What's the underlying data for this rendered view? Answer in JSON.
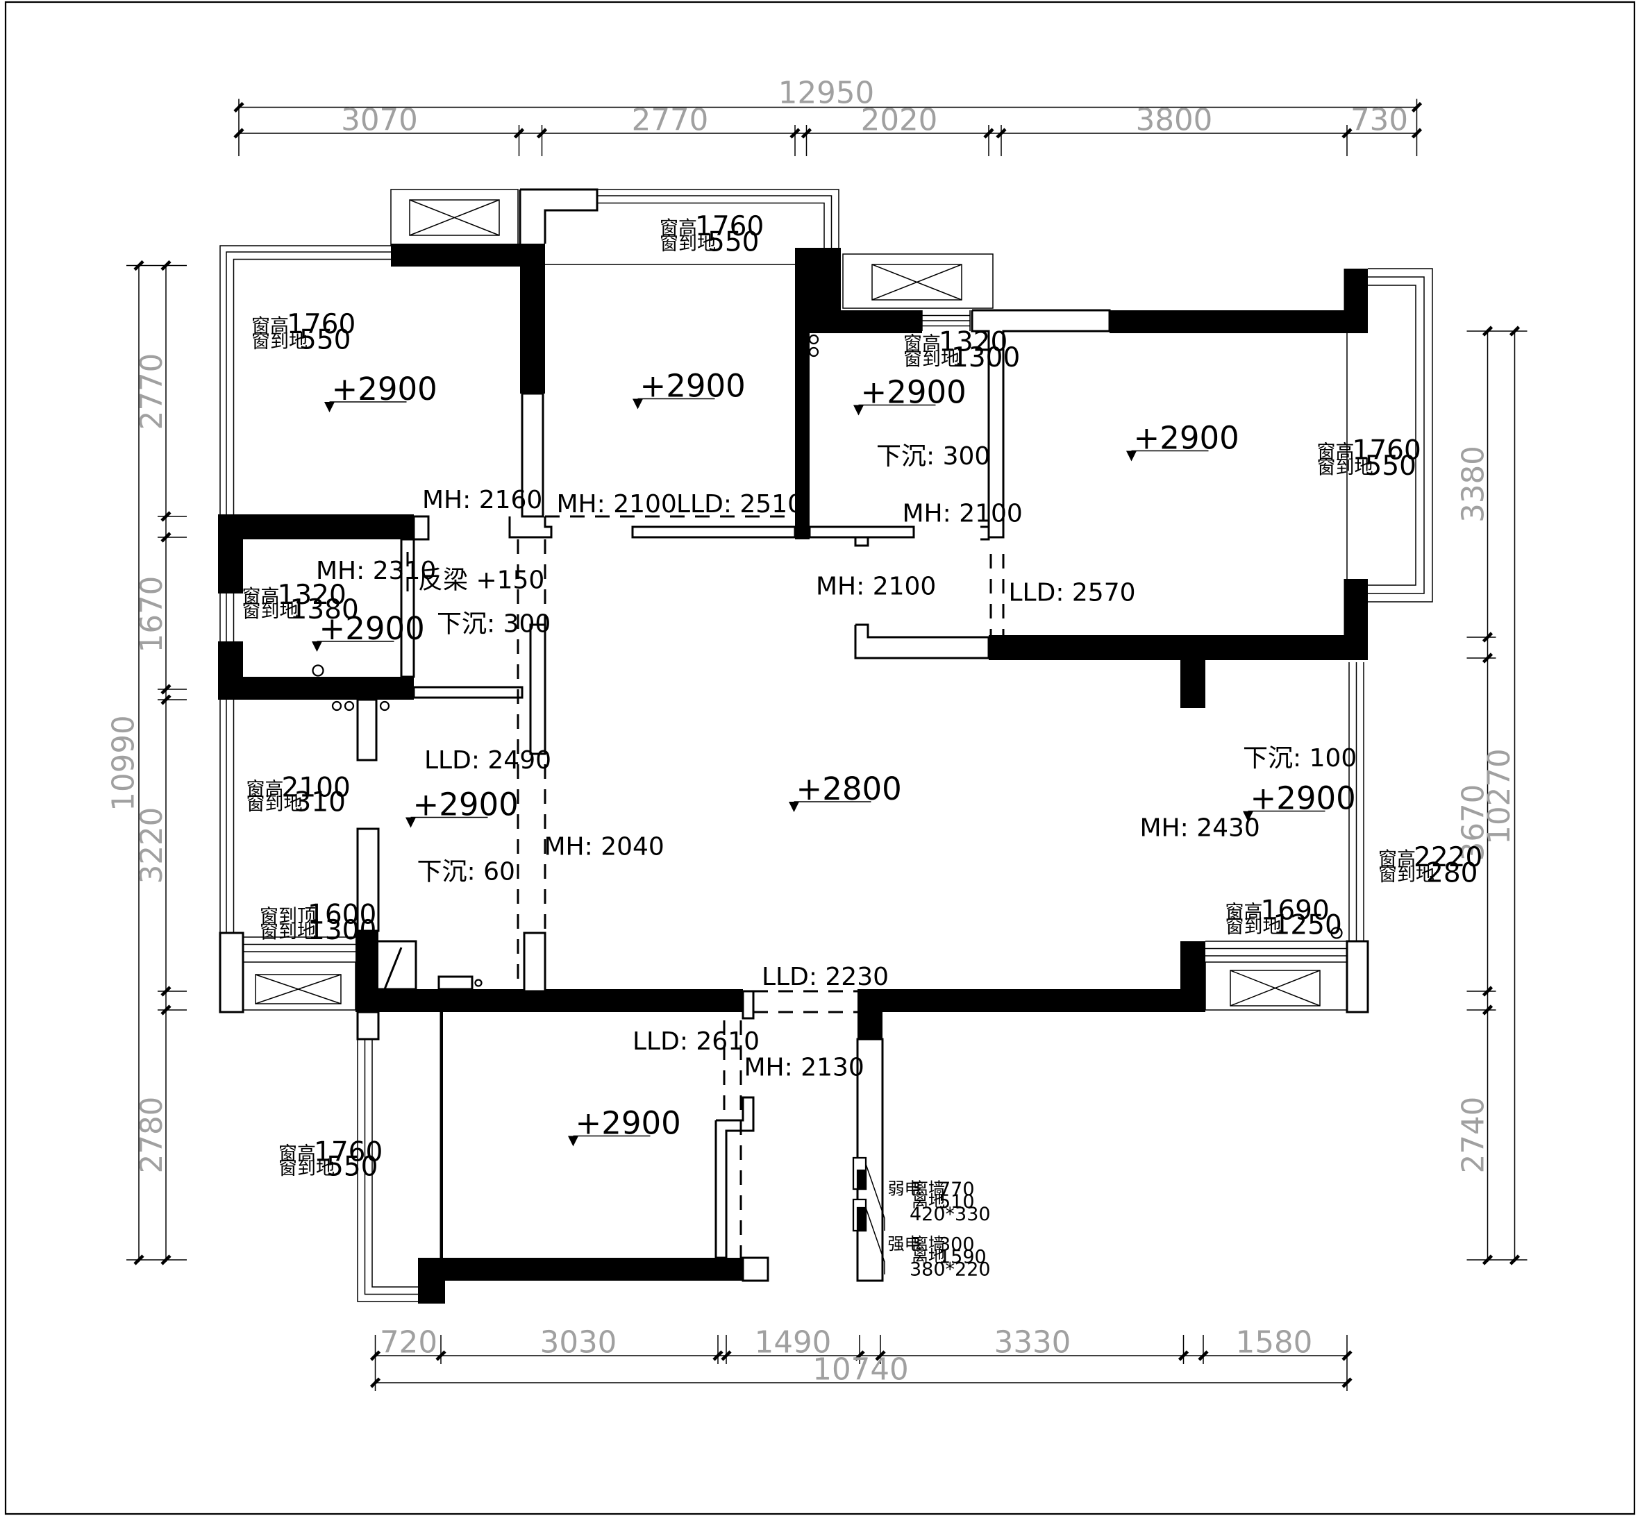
{
  "colors": {
    "wall": "#000000",
    "line": "#000000",
    "dimension": "#a0a0a0",
    "background": "#ffffff"
  },
  "dimensions": {
    "top_total": "12950",
    "top": [
      "3070",
      "2770",
      "2020",
      "3800",
      "730"
    ],
    "bottom_total": "10740",
    "bottom": [
      "720",
      "3030",
      "1490",
      "3330",
      "1580"
    ],
    "left_total": "10990",
    "left": [
      "2770",
      "1670",
      "3220",
      "2780"
    ],
    "right_total": "10270",
    "right": [
      "3380",
      "3670",
      "2740"
    ]
  },
  "levels": {
    "room_nw": "+2900",
    "room_n": "+2900",
    "room_bath": "+2900",
    "room_ne": "+2900",
    "room_w_small": "+2900",
    "room_kitchen": "+2900",
    "living": "+2800",
    "room_e": "+2900",
    "room_s": "+2900"
  },
  "windows": {
    "w_nw_h": "窗高",
    "w_nw_hv": "1760",
    "w_nw_g": "窗到地",
    "w_nw_gv": "550",
    "w_n_h": "窗高",
    "w_n_hv": "1760",
    "w_n_g": "窗到地",
    "w_n_gv": "550",
    "w_bath_h": "窗高",
    "w_bath_hv": "1320",
    "w_bath_g": "窗到地",
    "w_bath_gv": "1300",
    "w_ne_h": "窗高",
    "w_ne_hv": "1760",
    "w_ne_g": "窗到地",
    "w_ne_gv": "550",
    "w_ws_h": "窗高",
    "w_ws_hv": "1320",
    "w_ws_g": "窗到地",
    "w_ws_gv": "1380",
    "w_kit_h": "窗高",
    "w_kit_hv": "2100",
    "w_kit_g": "窗到地",
    "w_kit_gv": "310",
    "w_kit2_h": "窗到顶",
    "w_kit2_hv": "1600",
    "w_kit2_g": "窗到地",
    "w_kit2_gv": "1300",
    "w_e_h": "窗高",
    "w_e_hv": "2220",
    "w_e_g": "窗到地",
    "w_e_gv": "280",
    "w_e2_h": "窗高",
    "w_e2_hv": "1690",
    "w_e2_g": "窗到地",
    "w_e2_gv": "1250",
    "w_s_h": "窗高",
    "w_s_hv": "1760",
    "w_s_g": "窗到地",
    "w_s_gv": "550"
  },
  "annotations": {
    "mh_2160": "MH: 2160",
    "mh_2100_a": "MH: 2100",
    "lld_2510": "LLD: 2510",
    "mh_2100_b": "MH: 2100",
    "mh_2310": "MH: 2310",
    "beam": "反梁 +150",
    "sink_300_a": "下沉: 300",
    "sink_300_b": "下沉: 300",
    "mh_2100_c": "MH: 2100",
    "lld_2570": "LLD: 2570",
    "lld_2490": "LLD: 2490",
    "sink_100": "下沉: 100",
    "mh_2430": "MH: 2430",
    "mh_2040": "MH: 2040",
    "sink_60": "下沉: 60",
    "lld_2230": "LLD: 2230",
    "lld_2610": "LLD: 2610",
    "mh_2130": "MH: 2130"
  },
  "electrical": {
    "weak_label": "弱电",
    "weak_wall": "离墙",
    "weak_wall_v": "770",
    "weak_floor": "离地",
    "weak_floor_v": "510",
    "weak_size": "420*330",
    "strong_label": "强电",
    "strong_wall": "离墙",
    "strong_wall_v": "300",
    "strong_floor": "离地",
    "strong_floor_v": "1590",
    "strong_size": "380*220"
  }
}
